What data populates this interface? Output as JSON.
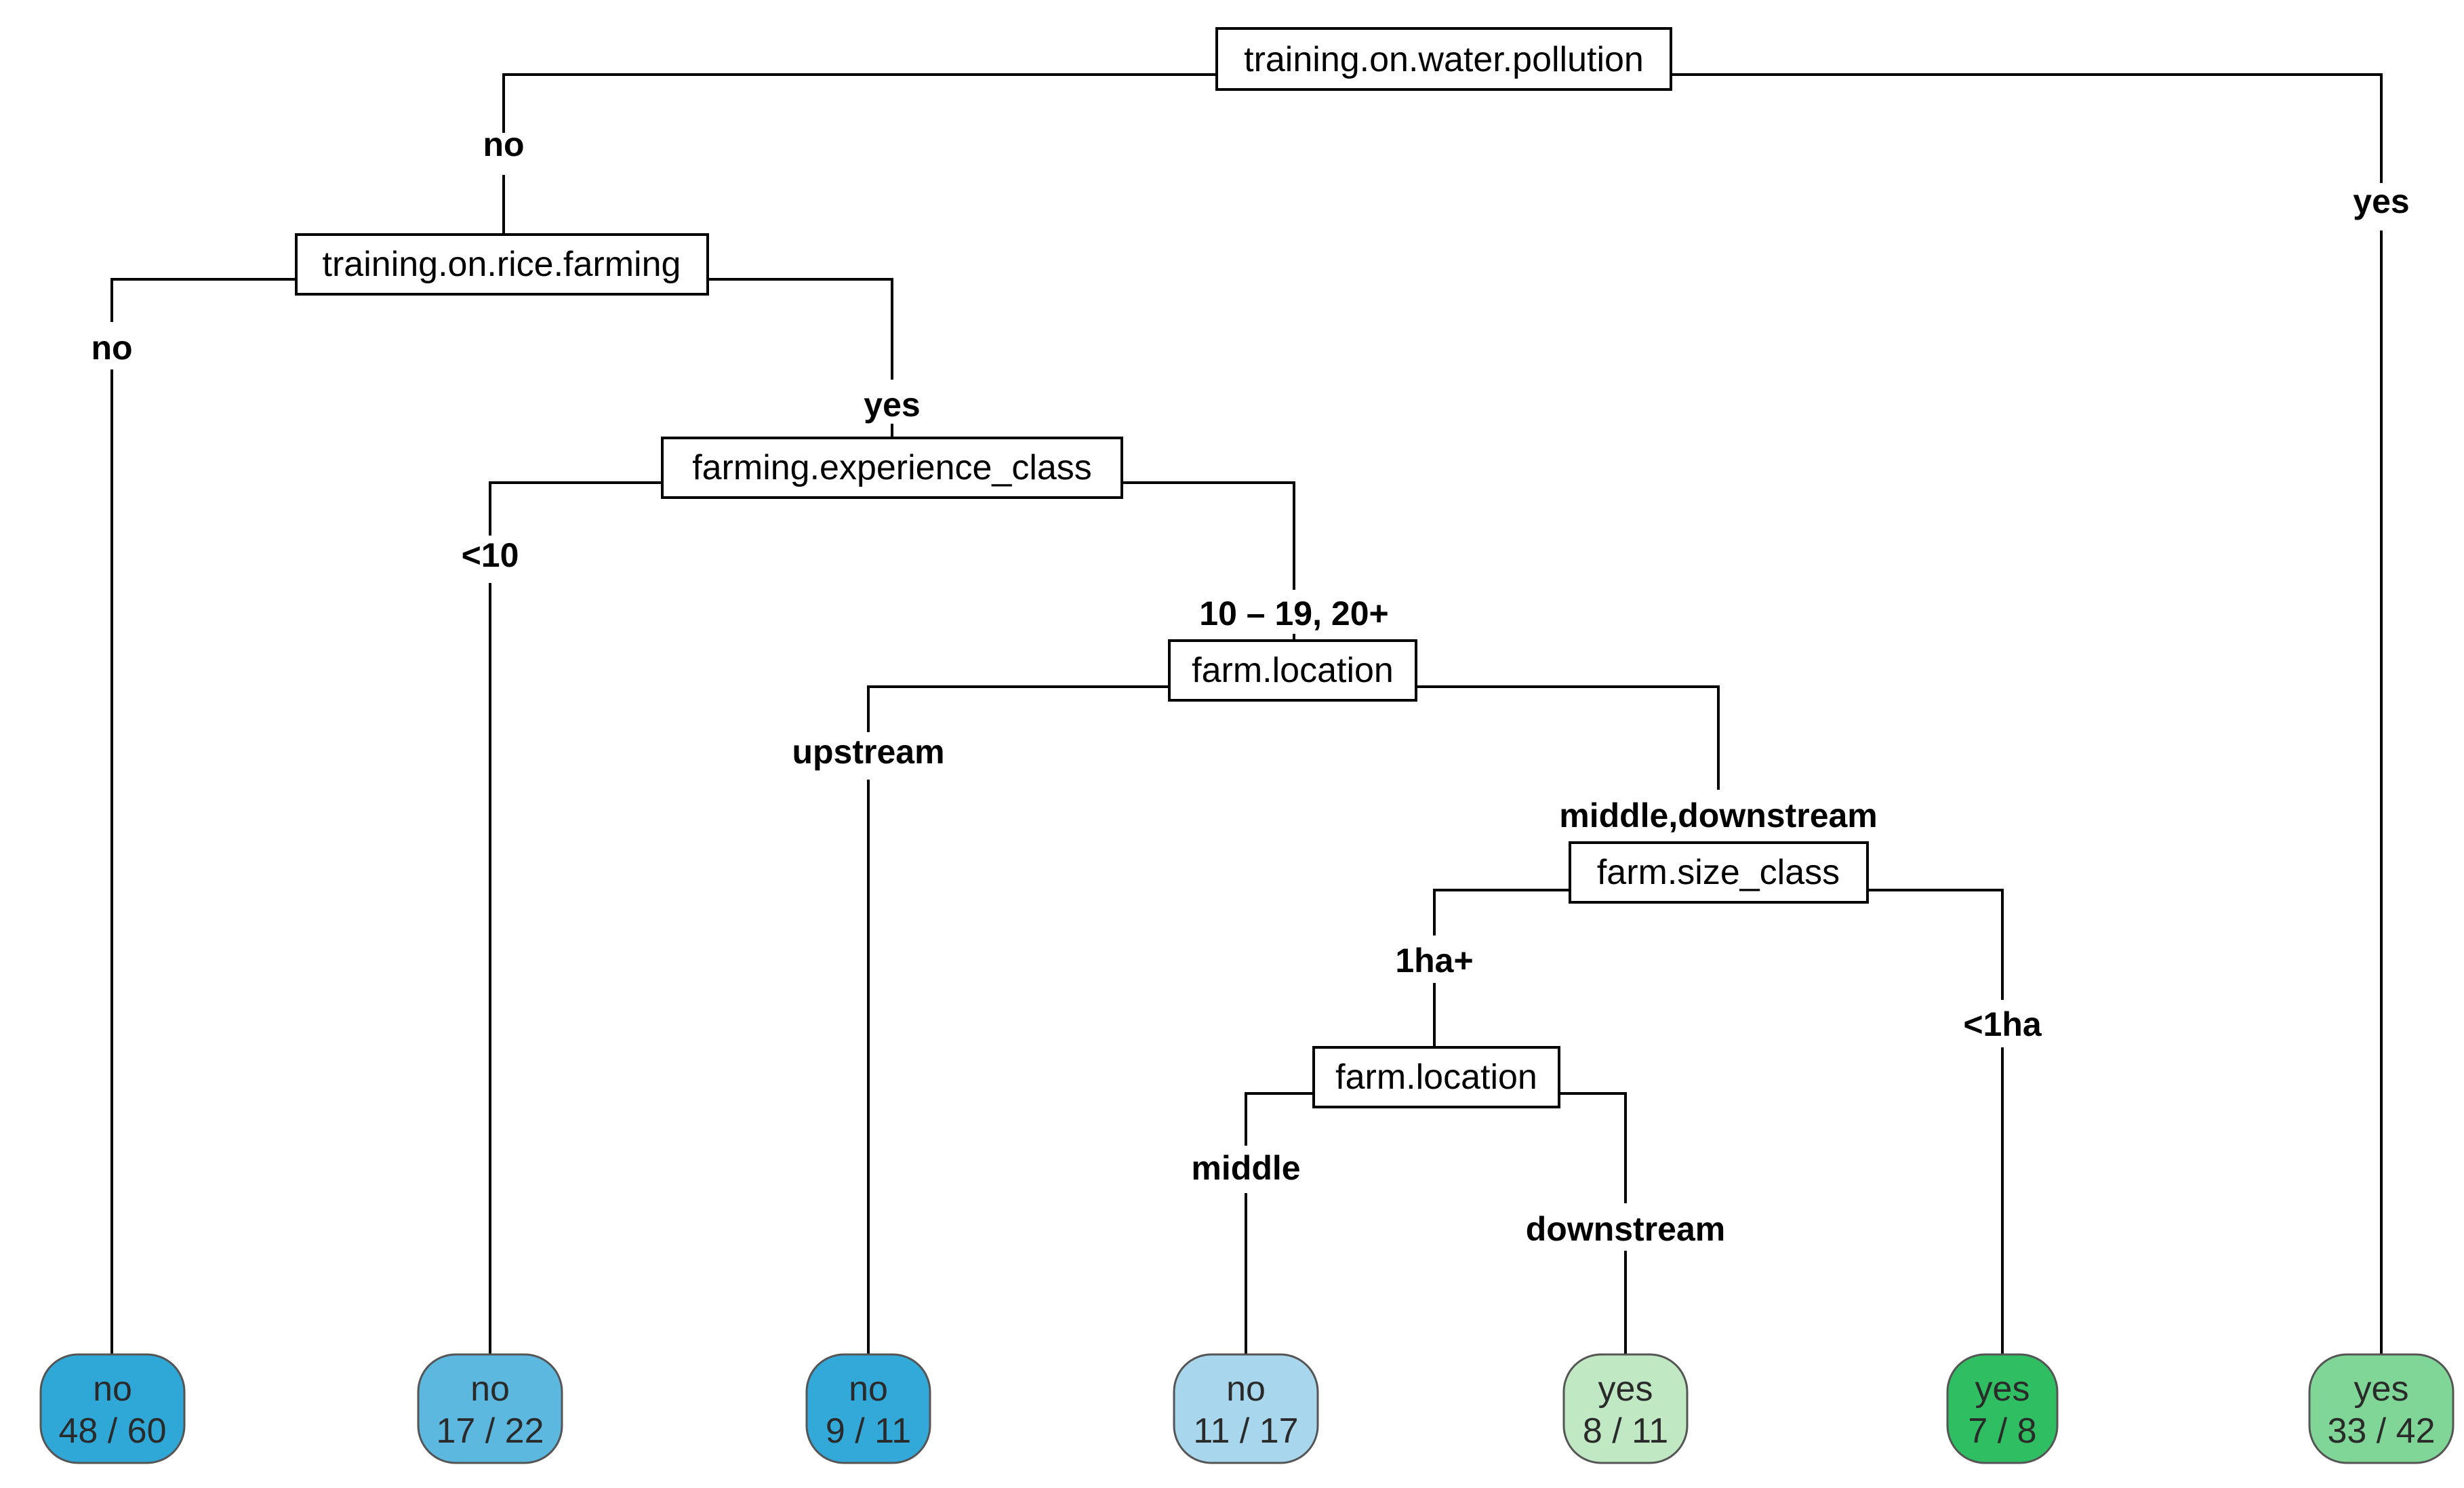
{
  "tree": {
    "splits": {
      "root": "training.on.water.pollution",
      "rice": "training.on.rice.farming",
      "experience": "farming.experience_class",
      "location1": "farm.location",
      "size": "farm.size_class",
      "location2": "farm.location"
    },
    "branches": {
      "root_left": "no",
      "root_right": "yes",
      "rice_left": "no",
      "rice_right": "yes",
      "exp_left": "<10",
      "exp_right": "10 – 19, 20+",
      "loc1_left": "upstream",
      "loc1_right": "middle,downstream",
      "size_left": "1ha+",
      "size_right": "<1ha",
      "loc2_left": "middle",
      "loc2_right": "downstream"
    },
    "leaves": [
      {
        "class": "no",
        "count": "48 / 60",
        "color": "#2fa8d8"
      },
      {
        "class": "no",
        "count": "17 / 22",
        "color": "#5db8e0"
      },
      {
        "class": "no",
        "count": "9 / 11",
        "color": "#33a9da"
      },
      {
        "class": "no",
        "count": "11 / 17",
        "color": "#a8d6ec"
      },
      {
        "class": "yes",
        "count": "8 / 11",
        "color": "#bfe8c3"
      },
      {
        "class": "yes",
        "count": "7 / 8",
        "color": "#2fbf62"
      },
      {
        "class": "yes",
        "count": "33 / 42",
        "color": "#7fd696"
      }
    ]
  }
}
